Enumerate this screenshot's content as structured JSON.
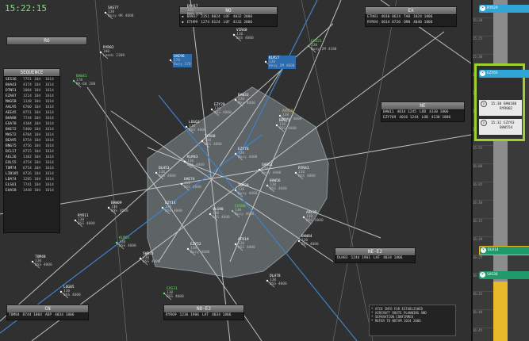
{
  "clock": "15:22:15",
  "colors": {
    "radar_bg": "#303030",
    "sector_fill": "#6e7478",
    "route_line": "#d9d9d9",
    "approach_line": "#3f82c9",
    "highlight_frame": "#9fd12c",
    "strip_yellow": "#e8b92a",
    "strip_green": "#1f9a6a",
    "strip_cyan": "#2fa6d6",
    "label_green": "#5fe05f"
  },
  "top_panels": {
    "left": {
      "title": "RO"
    },
    "center": {
      "title": "NO",
      "rows": [
        [
          "▪",
          "BAW37",
          "2351 8024",
          "LOF",
          "4032 2006"
        ],
        [
          "◆",
          "ETH99",
          "1274 8124",
          "LOF",
          "4132 2006"
        ]
      ]
    },
    "right": {
      "title": "EX",
      "rows": [
        [
          "ETH81",
          "4010 8624",
          "TAB",
          "1024 1806"
        ],
        [
          "RYR94",
          "4014 8720",
          "ORN",
          "4040 1806"
        ]
      ]
    }
  },
  "sequence_panel": {
    "title": "SEQUENCE",
    "rows": [
      [
        "SES36",
        "7751",
        "104",
        "1614"
      ],
      [
        "BAA43",
        "4174",
        "104",
        "1614"
      ],
      [
        "DTN51",
        "1004",
        "104",
        "1614"
      ],
      [
        "EZA87",
        "1214",
        "104",
        "1614"
      ],
      [
        "MAG58",
        "1148",
        "104",
        "1614"
      ],
      [
        "AAL95",
        "6700",
        "104",
        "1614"
      ],
      [
        "AEE45",
        "8751",
        "104",
        "1614"
      ],
      [
        "BAA88",
        "7744",
        "104",
        "1614"
      ],
      [
        "EXA78",
        "4104",
        "104",
        "1614"
      ],
      [
        "BAE72",
        "5400",
        "104",
        "1614"
      ],
      [
        "MAS72",
        "6704",
        "104",
        "1614"
      ],
      [
        "BEA95",
        "8754",
        "104",
        "1614"
      ],
      [
        "BNG75",
        "4756",
        "104",
        "1614"
      ],
      [
        "DCL17",
        "8715",
        "104",
        "1614"
      ],
      [
        "AEL26",
        "1102",
        "104",
        "1614"
      ],
      [
        "EXL55",
        "4754",
        "104",
        "1614"
      ],
      [
        "TOM74",
        "6754",
        "104",
        "1614"
      ],
      [
        "LIB185",
        "8726",
        "104",
        "1614"
      ],
      [
        "LDA74",
        "1285",
        "104",
        "1614"
      ],
      [
        "ELS81",
        "7741",
        "104",
        "1614"
      ],
      [
        "EAA58",
        "1448",
        "104",
        "1614"
      ]
    ]
  },
  "mid_right_panel": {
    "title": "NE",
    "rows": [
      [
        "BAW11",
        "4014 1245",
        "LOB",
        "4130 1806"
      ],
      [
        "EZY769",
        "4016 1244",
        "LOB",
        "4130 1806"
      ]
    ]
  },
  "bottom_panels": {
    "left": {
      "title": "CN",
      "row": [
        "TOM84",
        "8744 1804",
        "ADP",
        "4034 1806"
      ]
    },
    "center": {
      "title": "NO-E2",
      "row": [
        "RYR69",
        "1236 1906",
        "LAT",
        "4034 1806"
      ]
    },
    "right": {
      "title": "NE-E2",
      "row": [
        "DLH83",
        "1244 1901",
        "LAF",
        "4034 1806"
      ]
    }
  },
  "footer_note": {
    "lines": [
      "* ATCO INFO FOR ESTABLISHED",
      "* AIRCRAFT ROUTE PLANNING AND",
      "* SEPARATION CONFIRMED",
      "* REFER TO NOTAM 1024 2006"
    ]
  },
  "aircraft_labels": [
    {
      "cs": "SAS77",
      "l2": "130",
      "l3": "Busy HK 4000",
      "color": "white"
    },
    {
      "cs": "DLH17",
      "l2": "120",
      "l3": "MAN 370",
      "color": "white"
    },
    {
      "cs": "BAW41",
      "l2": "170",
      "l3": "MA-60 280",
      "color": "green"
    },
    {
      "cs": "RYR82",
      "l2": "100",
      "l3": "Leeds 2380",
      "color": "white"
    },
    {
      "cs": "UAE96",
      "l2": "170",
      "l3": "Busy 370",
      "color": "blue"
    },
    {
      "cs": "KLM27",
      "l2": "130",
      "l3": "Hevy 2M 4000",
      "color": "blue"
    },
    {
      "cs": "EXS21",
      "l2": "130",
      "l3": "Busy 2M 4180",
      "color": "green"
    },
    {
      "cs": "VIR40",
      "l2": "110",
      "l3": "BSS 4000",
      "color": "white"
    },
    {
      "cs": "EZY29",
      "l2": "130",
      "l3": "BSS 4000",
      "color": "white"
    },
    {
      "cs": "BAW33",
      "l2": "130",
      "l3": "Moy 4000",
      "color": "white"
    },
    {
      "cs": "AFR50",
      "l2": "130",
      "l3": "Busy 4000",
      "color": "yellow"
    },
    {
      "cs": "LOG62",
      "l2": "130",
      "l3": "BSS 4000",
      "color": "white"
    },
    {
      "cs": "TCX68",
      "l2": "130",
      "l3": "BSS 4000",
      "color": "white"
    },
    {
      "cs": "EZY76",
      "l2": "130",
      "l3": "Busy 4000",
      "color": "white"
    },
    {
      "cs": "KLM43",
      "l2": "130",
      "l3": "BSS 4000",
      "color": "white"
    },
    {
      "cs": "BEE71",
      "l2": "130",
      "l3": "BSS 4000",
      "color": "white"
    },
    {
      "cs": "SAS61",
      "l2": "130",
      "l3": "Busy 4000",
      "color": "white"
    },
    {
      "cs": "RYR43",
      "l2": "130",
      "l3": "BSS 4000",
      "color": "white"
    },
    {
      "cs": "DLH53",
      "l2": "130",
      "l3": "BSS 4000",
      "color": "white"
    },
    {
      "cs": "UAE74",
      "l2": "130",
      "l3": "BSS 4000",
      "color": "white"
    },
    {
      "cs": "TOM20",
      "l2": "130",
      "l3": "Busy 4000",
      "color": "white"
    },
    {
      "cs": "BAW56",
      "l2": "130",
      "l3": "BSS 4000",
      "color": "white"
    },
    {
      "cs": "EZY14",
      "l2": "130",
      "l3": "BSS 4000",
      "color": "white"
    },
    {
      "cs": "VLG90",
      "l2": "130",
      "l3": "BSS 4000",
      "color": "white"
    },
    {
      "cs": "AAL35",
      "l2": "130",
      "l3": "BSS 4000",
      "color": "white"
    },
    {
      "cs": "EXS88",
      "l2": "130",
      "l3": "Busy 4000",
      "color": "green"
    },
    {
      "cs": "RYR11",
      "l2": "130",
      "l3": "BSS 4000",
      "color": "white"
    },
    {
      "cs": "BAW09",
      "l2": "130",
      "l3": "BSS 4000",
      "color": "white"
    },
    {
      "cs": "KLM61",
      "l2": "130",
      "l3": "BSS 4000",
      "color": "green"
    },
    {
      "cs": "SWR23",
      "l2": "130",
      "l3": "BSS 4000",
      "color": "white"
    },
    {
      "cs": "EZY52",
      "l2": "130",
      "l3": "Busy 4000",
      "color": "white"
    },
    {
      "cs": "AFR19",
      "l2": "130",
      "l3": "BSS 4000",
      "color": "white"
    },
    {
      "cs": "DLH78",
      "l2": "130",
      "l3": "BSS 4000",
      "color": "white"
    },
    {
      "cs": "BAW84",
      "l2": "130",
      "l3": "BSS 4000",
      "color": "white"
    },
    {
      "cs": "TOM48",
      "l2": "130",
      "l3": "BSS 4000",
      "color": "white"
    },
    {
      "cs": "LOG05",
      "l2": "130",
      "l3": "BSS 4000",
      "color": "white"
    },
    {
      "cs": "EXS31",
      "l2": "130",
      "l3": "BSS 4000",
      "color": "green"
    }
  ],
  "timeline": {
    "ticks": [
      "15:20",
      "15:25",
      "15:30",
      "15:35",
      "15:40",
      "15:45",
      "15:50",
      "15:55",
      "16:00",
      "16:05",
      "16:10",
      "16:15",
      "16:20",
      "16:25",
      "16:30",
      "16:35",
      "16:40",
      "16:45"
    ],
    "top_pill": {
      "label": "RYR29",
      "color": "#2fa6d6"
    },
    "frame_pill": {
      "label": "EZY65",
      "color": "#2fa6d6"
    },
    "cards": [
      {
        "time": "15:30",
        "cs": "BAW180",
        "sub": "RYR802"
      },
      {
        "time": "15:32",
        "cs": "EZY93",
        "sub": "BAW554"
      }
    ],
    "bottom_pills": [
      {
        "label": "DLH14",
        "color": "#1f9a6a"
      },
      {
        "label": "SAS36",
        "color": "#1f9a6a"
      }
    ]
  }
}
